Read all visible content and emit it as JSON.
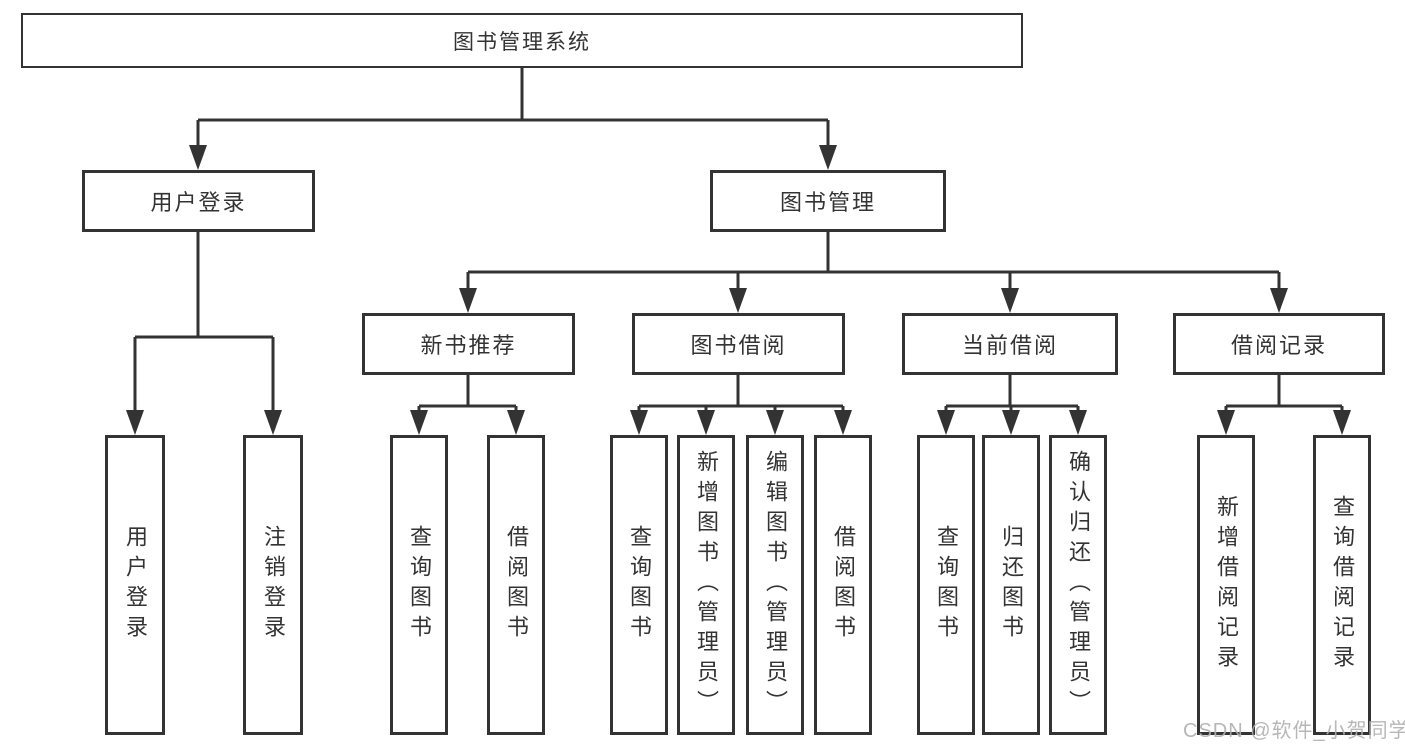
{
  "diagram": {
    "root": {
      "label": "图书管理系统"
    },
    "level2": [
      {
        "label": "用户登录"
      },
      {
        "label": "图书管理"
      }
    ],
    "level3": [
      {
        "label": "新书推荐"
      },
      {
        "label": "图书借阅"
      },
      {
        "label": "当前借阅"
      },
      {
        "label": "借阅记录"
      }
    ],
    "leaves": {
      "user_login": [
        "用户登录",
        "注销登录"
      ],
      "new_book": [
        "查询图书",
        "借阅图书"
      ],
      "book_borrow": [
        "查询图书",
        "新增图书（管理员）",
        "编辑图书（管理员）",
        "借阅图书"
      ],
      "current_borrow": [
        "查询图书",
        "归还图书",
        "确认归还（管理员）"
      ],
      "records": [
        "新增借阅记录",
        "查询借阅记录"
      ]
    },
    "colors": {
      "line": "#333333",
      "box_border": "#333333",
      "text": "#333333",
      "background": "#ffffff",
      "watermark": "#afafaf"
    },
    "watermark": "CSDN @软件_小贺同学"
  }
}
